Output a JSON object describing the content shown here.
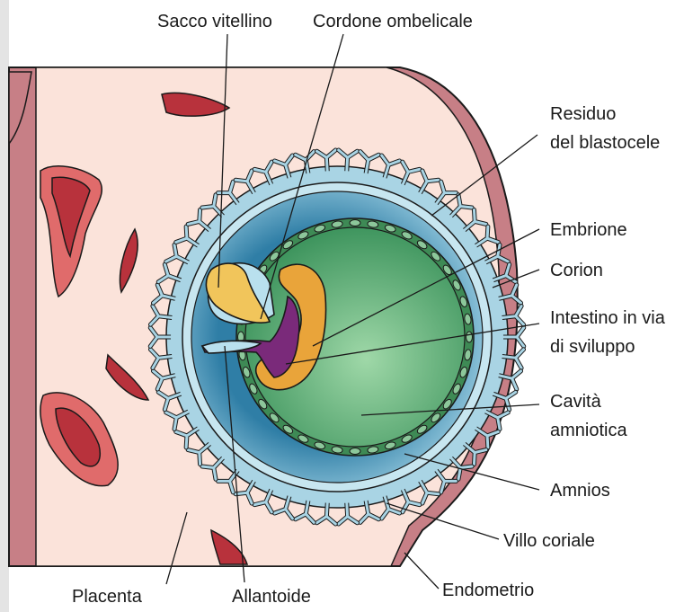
{
  "labels": {
    "sacco_vitellino": "Sacco vitellino",
    "cordone_ombelicale": "Cordone ombelicale",
    "residuo_line1": "Residuo",
    "residuo_line2": "del blastocele",
    "embrione": "Embrione",
    "corion": "Corion",
    "intestino_line1": "Intestino in via",
    "intestino_line2": "di sviluppo",
    "cavita_line1": "Cavità",
    "cavita_line2": "amniotica",
    "amnios": "Amnios",
    "villo_coriale": "Villo coriale",
    "endometrio": "Endometrio",
    "placenta": "Placenta",
    "allantoide": "Allantoide"
  },
  "colors": {
    "endometrium": "#c77f86",
    "placenta_tissue": "#fbe3da",
    "blood_vessel": "#b8323c",
    "vessel_rim": "#e06b6b",
    "chorion_villi": "#a9d4e4",
    "blastocoel": "#3f8fb3",
    "amniotic_cavity": "#5fb37a",
    "amnion_cells": "#3e8a55",
    "embryo": "#e9a43a",
    "yolk_sac": "#f1c55b",
    "gut": "#7a2a7a",
    "outline": "#1a1a1a"
  }
}
